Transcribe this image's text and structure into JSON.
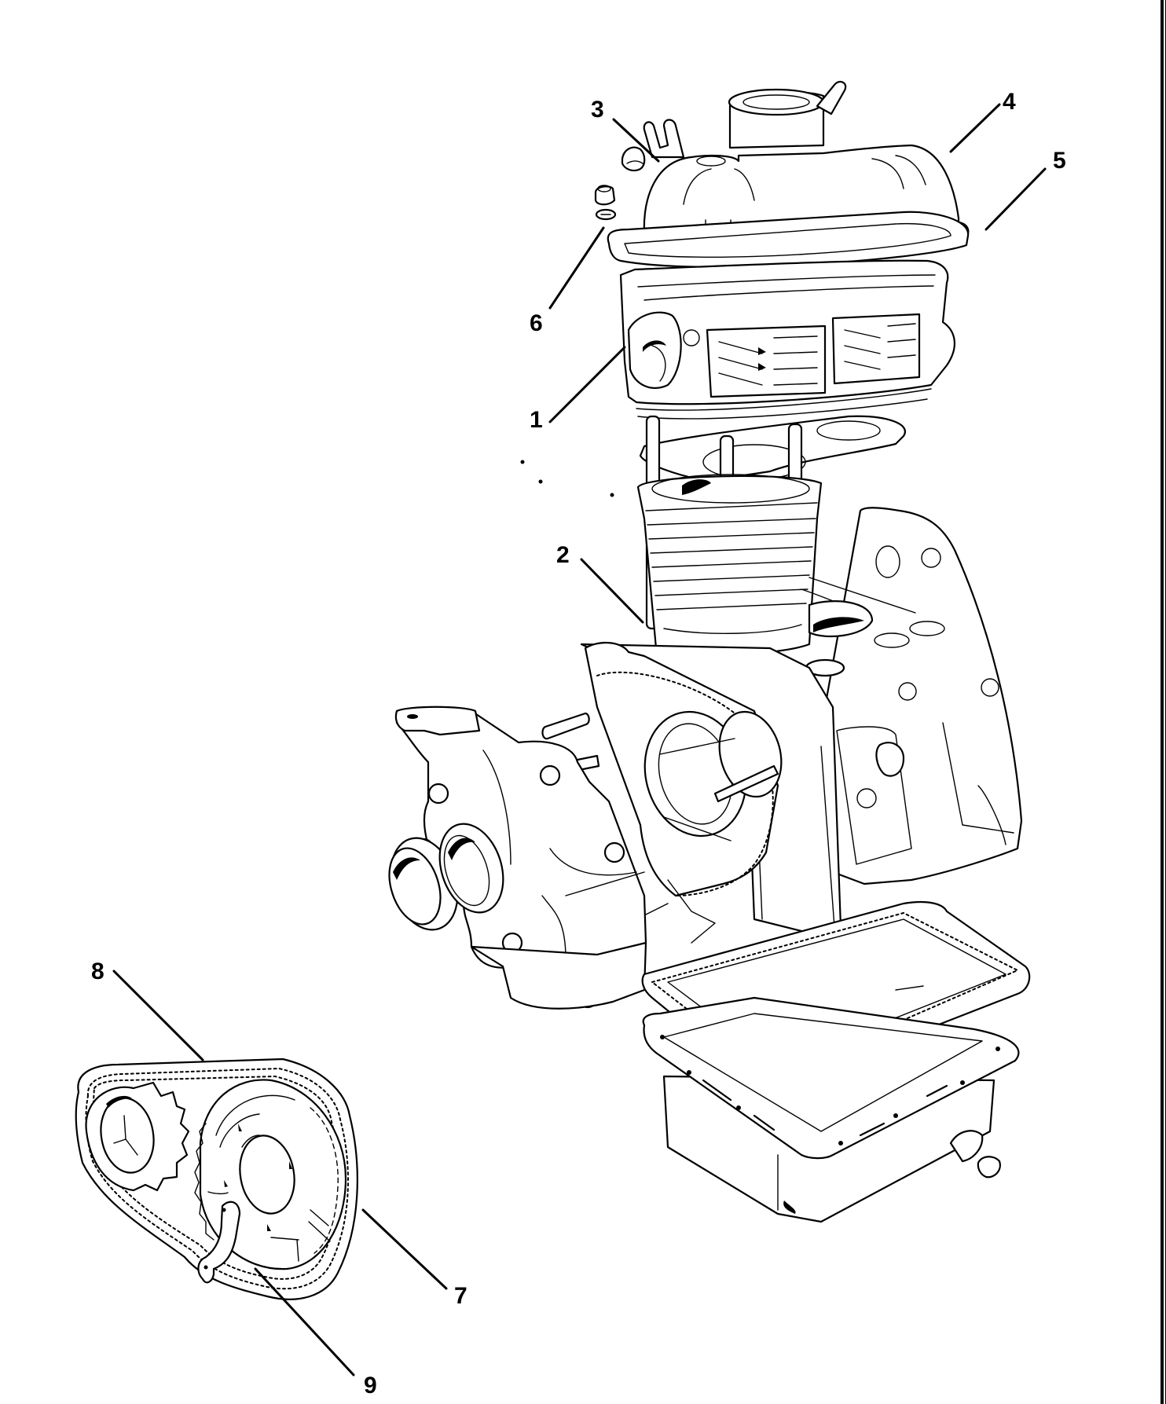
{
  "diagram": {
    "type": "exploded-parts-illustration",
    "subject": "engine",
    "line_color": "#000000",
    "background_color": "#ffffff"
  },
  "callouts": [
    {
      "id": "1",
      "label": "1",
      "part": "cylinder-head"
    },
    {
      "id": "2",
      "label": "2",
      "part": "cylinder-barrel"
    },
    {
      "id": "3",
      "label": "3",
      "part": "cap-nut"
    },
    {
      "id": "4",
      "label": "4",
      "part": "rocker-cover"
    },
    {
      "id": "5",
      "label": "5",
      "part": "rocker-cover-gasket"
    },
    {
      "id": "6",
      "label": "6",
      "part": "nut-and-washer"
    },
    {
      "id": "7",
      "label": "7",
      "part": "camshaft-sprocket"
    },
    {
      "id": "8",
      "label": "8",
      "part": "timing-chain"
    },
    {
      "id": "9",
      "label": "9",
      "part": "chain-tensioner"
    }
  ]
}
